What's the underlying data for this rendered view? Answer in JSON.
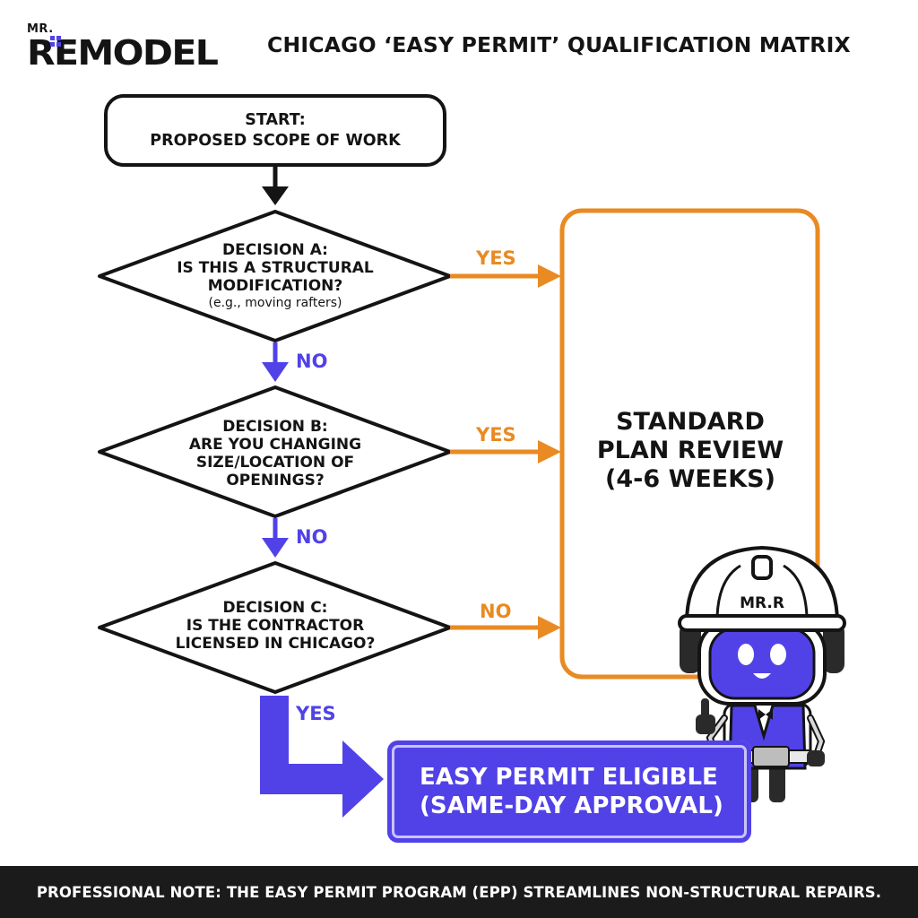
{
  "logo": {
    "small": "MR.",
    "main": "REMODEL"
  },
  "title": "CHICAGO ‘EASY PERMIT’ QUALIFICATION MATRIX",
  "start": {
    "line1": "START:",
    "line2": "PROPOSED SCOPE OF WORK"
  },
  "decision_a": {
    "line1": "DECISION A:",
    "line2": "IS THIS A STRUCTURAL",
    "line3": "MODIFICATION?",
    "example": "(e.g., moving rafters)"
  },
  "decision_b": {
    "line1": "DECISION B:",
    "line2": "ARE YOU CHANGING",
    "line3": "SIZE/LOCATION OF",
    "line4": "OPENINGS?"
  },
  "decision_c": {
    "line1": "DECISION C:",
    "line2": "IS THE CONTRACTOR",
    "line3": "LICENSED IN CHICAGO?"
  },
  "labels": {
    "a_yes": "YES",
    "a_no": "NO",
    "b_yes": "YES",
    "b_no": "NO",
    "c_no": "NO",
    "c_yes": "YES"
  },
  "standard_review": {
    "line1": "STANDARD",
    "line2": "PLAN REVIEW",
    "line3": "(4-6 WEEKS)"
  },
  "easy_permit": {
    "line1": "EASY PERMIT ELIGIBLE",
    "line2": "(SAME-DAY APPROVAL)"
  },
  "mascot": {
    "helmet_text": "MR.R"
  },
  "footer": "PROFESSIONAL NOTE: THE EASY PERMIT PROGRAM (EPP) STREAMLINES NON-STRUCTURAL REPAIRS.",
  "colors": {
    "blue": "#5142e8",
    "orange": "#e98a22",
    "dark": "#141414"
  }
}
